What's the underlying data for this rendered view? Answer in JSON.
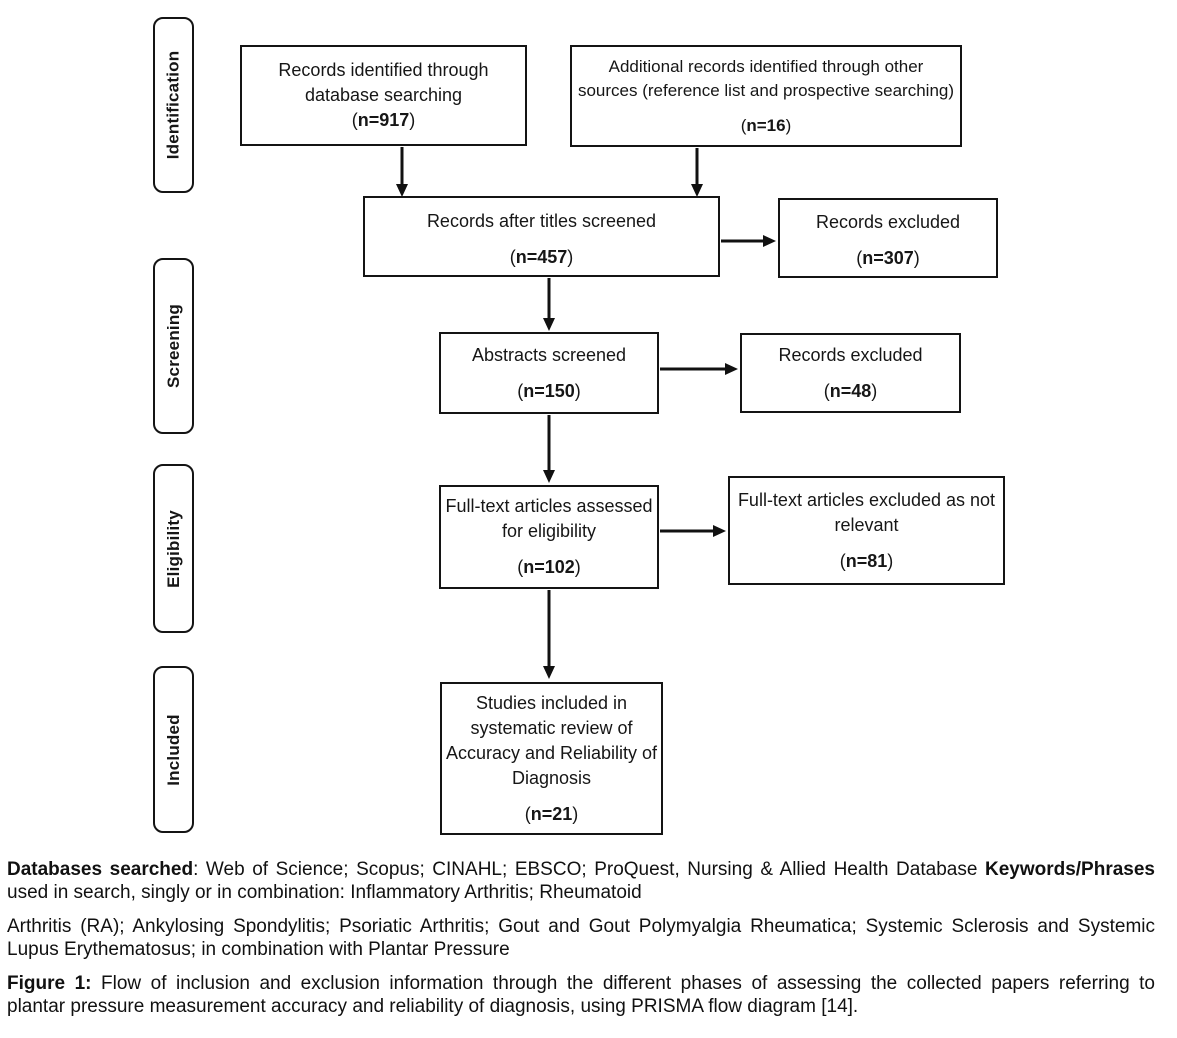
{
  "stages": [
    {
      "label": "Identification"
    },
    {
      "label": "Screening"
    },
    {
      "label": "Eligibility"
    },
    {
      "label": "Included"
    }
  ],
  "boxes": {
    "records_identified": {
      "lines": [
        "Records identified through",
        "database searching"
      ],
      "n_open": "(",
      "n_value": "n=917",
      "n_close": ")"
    },
    "additional_records": {
      "lines": [
        "Additional records identified through other",
        "sources (reference list and prospective searching)"
      ],
      "n_open": "(",
      "n_value": "n=16",
      "n_close": ")"
    },
    "titles_screened": {
      "lines": [
        "Records after titles screened"
      ],
      "n_open": "(",
      "n_value": "n=457",
      "n_close": ")"
    },
    "excluded_307": {
      "lines": [
        "Records excluded"
      ],
      "n_open": "(",
      "n_value": "n=307",
      "n_close": ")"
    },
    "abstracts_screened": {
      "lines": [
        "Abstracts screened"
      ],
      "n_open": "(",
      "n_value": "n=150",
      "n_close": ")"
    },
    "excluded_48": {
      "lines": [
        "Records excluded"
      ],
      "n_open": "(",
      "n_value": "n=48",
      "n_close": ")"
    },
    "fulltext_assessed": {
      "lines": [
        "Full-text articles assessed",
        "for eligibility"
      ],
      "n_open": "(",
      "n_value": "n=102",
      "n_close": ")"
    },
    "fulltext_excluded": {
      "lines": [
        "Full-text articles excluded as not",
        "relevant"
      ],
      "n_open": "(",
      "n_value": "n=81",
      "n_close": ")"
    },
    "studies_included": {
      "lines": [
        "Studies included in",
        "systematic review of",
        "Accuracy and Reliability of",
        "Diagnosis"
      ],
      "n_open": "(",
      "n_value": "n=21",
      "n_close": ")"
    }
  },
  "footer": {
    "p1": {
      "l1_bold1": "Databases searched",
      "l1_reg1": ": Web of Science; Scopus; CINAHL; EBSCO; ProQuest, Nursing & Allied Health Database ",
      "l1_bold2": "Keywords/Phrases",
      "l2": "used in search, singly or in combination: Inflammatory Arthritis; Rheumatoid"
    },
    "p2": {
      "l1": "Arthritis (RA); Ankylosing Spondylitis; Psoriatic Arthritis; Gout and Gout Polymyalgia Rheumatica; Systemic Sclerosis and Systemic",
      "l2": "Lupus Erythematosus; in combination with Plantar Pressure"
    },
    "p3": {
      "l1_bold": "Figure 1:",
      "l1_reg": " Flow of inclusion and exclusion information through the different phases of assessing the collected papers referring to",
      "l2": "plantar pressure measurement accuracy and reliability of diagnosis, using PRISMA flow diagram [14]."
    }
  }
}
